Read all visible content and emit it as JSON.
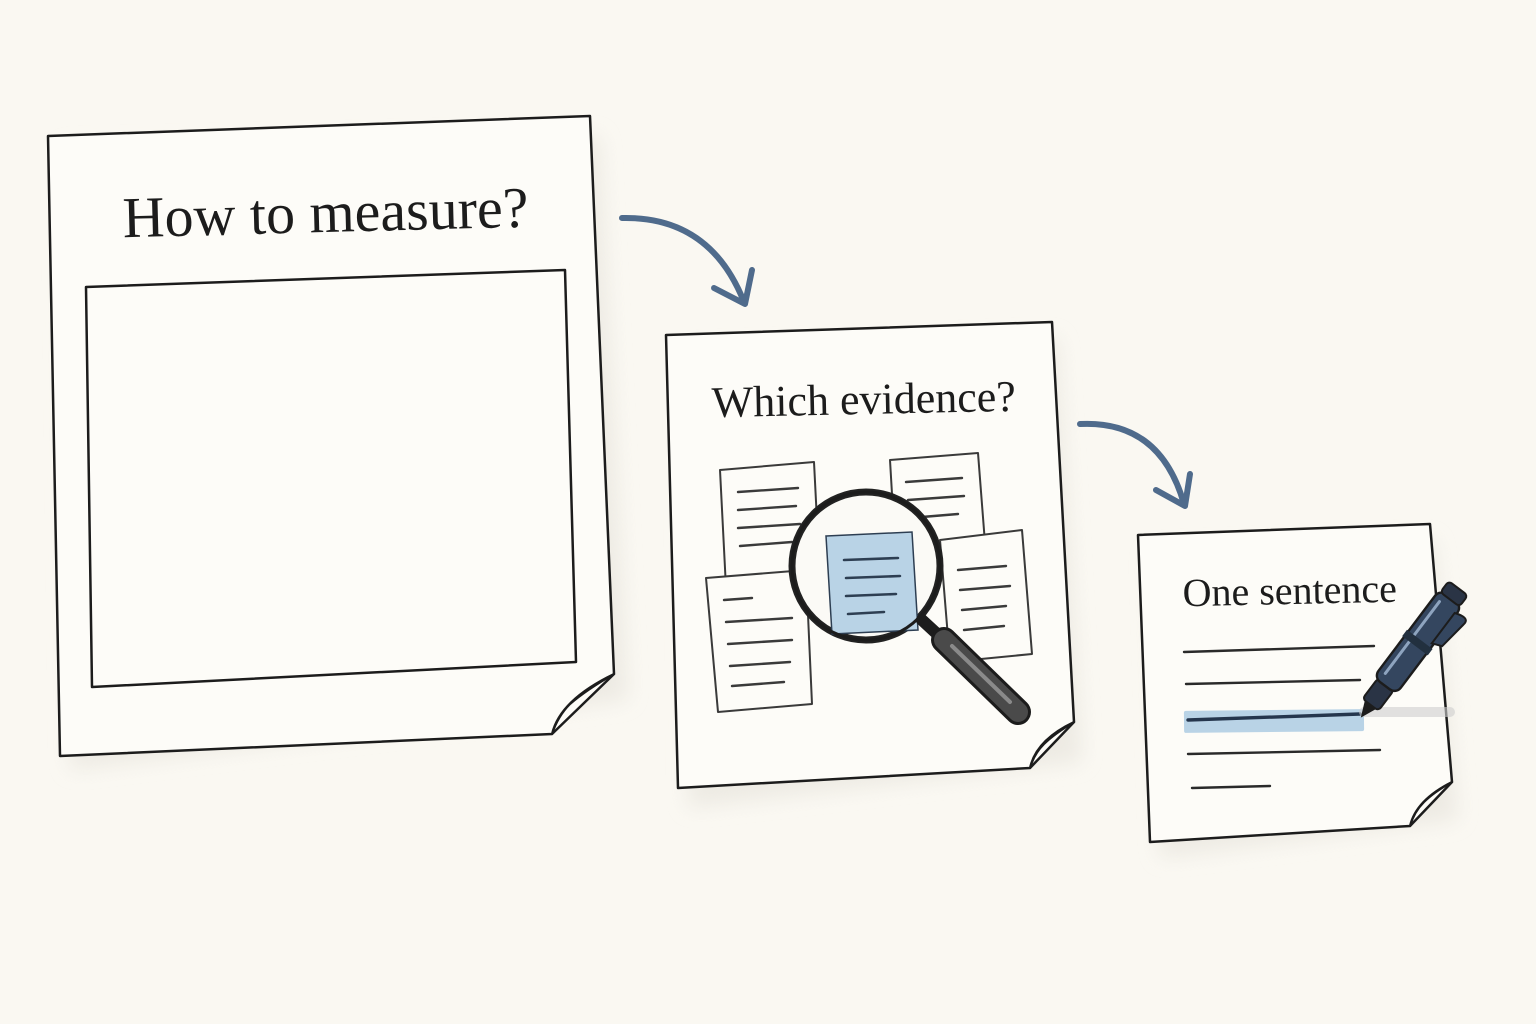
{
  "cards": [
    {
      "title": "How to measure?"
    },
    {
      "title": "Which evidence?"
    },
    {
      "title": "One sentence"
    }
  ],
  "colors": {
    "background": "#faf8f2",
    "paper": "#fdfcf8",
    "ink": "#1c1c1c",
    "arrow": "#4f6b8c",
    "highlight": "#b9d3e6",
    "pen_body": "#34465f"
  },
  "icons": {
    "card_1": "empty-frame",
    "card_2": "magnifier-over-documents",
    "card_3": "pen-writing-lines",
    "connectors": "curved-arrow"
  }
}
